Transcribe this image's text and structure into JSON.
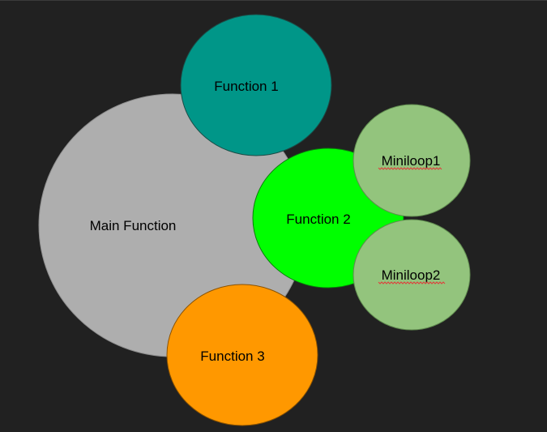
{
  "diagram": {
    "background_color": "#212121",
    "nodes": [
      {
        "id": "main",
        "label": "Main Function",
        "fill": "#aeaeae"
      },
      {
        "id": "function1",
        "label": "Function 1",
        "fill": "#009688"
      },
      {
        "id": "function2",
        "label": "Function 2",
        "fill": "#00ff00"
      },
      {
        "id": "function3",
        "label": "Function 3",
        "fill": "#ff9800"
      },
      {
        "id": "miniloop1",
        "label": "Miniloop1",
        "fill": "#93c47d"
      },
      {
        "id": "miniloop2",
        "label": "Miniloop2",
        "fill": "#93c47d"
      }
    ]
  }
}
